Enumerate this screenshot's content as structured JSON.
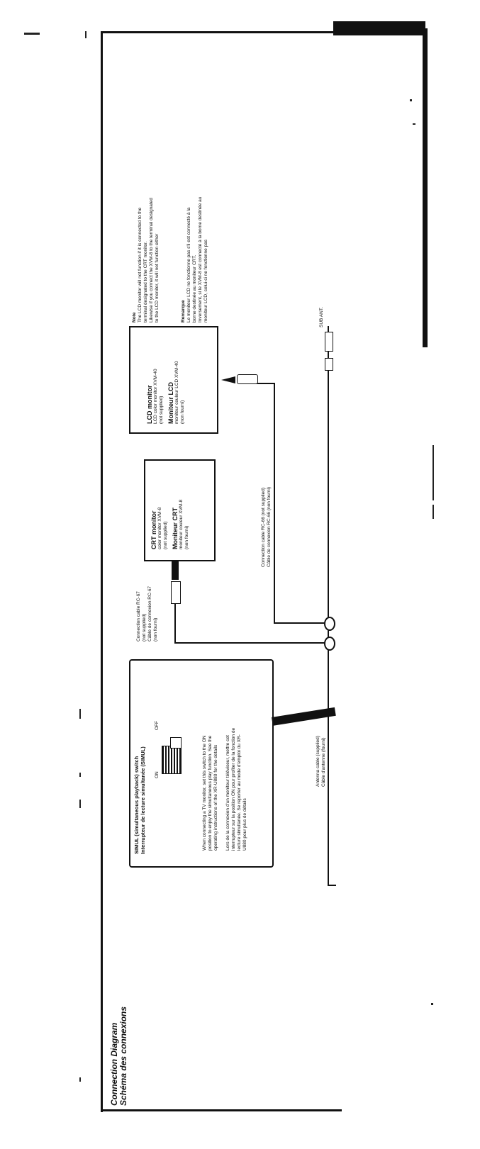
{
  "title": {
    "en": "Connection Diagram",
    "fr": "Schéma des connexions"
  },
  "simul_box": {
    "heading_en": "SIMUL (simultaneous playback) switch",
    "heading_fr": "Interrupteur de lecture simultanée (SIMUL)",
    "switch_on": "ON",
    "switch_off": "OFF",
    "text_en": [
      "When connecting a TV monitor, set this switch to the ON",
      "position to enjoy the simultaneous play function. See the",
      "operating instructions of the XR-U880 for the details"
    ],
    "text_fr": [
      "Lors de la connexion d'un moniteur téléviseur, mettre cet",
      "interrupteur sur la position ON pour profiter de la fonction de",
      "lecture simultanée. Se reporter au mode d'emploi du XR-",
      "U880 pour plus de détails"
    ]
  },
  "crt_box": {
    "title_en": "CRT monitor",
    "lines_en": [
      "color monitor XVM-8",
      "(not supplied)"
    ],
    "title_fr": "Moniteur CRT",
    "lines_fr": [
      "moniteur couleur XVM-8",
      "(non fourni)"
    ]
  },
  "lcd_box": {
    "title_en": "LCD monitor",
    "lines_en": [
      "LCD color monitor XVM-40",
      "(not supplied)"
    ],
    "title_fr": "Moniteur LCD",
    "lines_fr": [
      "moniteur couleur LCD XVM-40",
      "(non fourni)"
    ]
  },
  "note": {
    "heading_en": "Note",
    "text_en": [
      "The LCD monitor will not function if it is connected to the",
      "terminal designated to the CRT monitor.",
      "Likewise if you connect the XVM-8 to the terminal designated",
      "to the LCD monitor, it will not function either"
    ],
    "heading_fr": "Remarque",
    "text_fr": [
      "Le moniteur LCD ne fonctionne pas s'il est connecté à la",
      "borne destinée au moniteur CRT.",
      "Inversement, si le XVM-8 est connecté à la borne destinée au",
      "moniteur LCD, celui-ci ne fonctionne pas"
    ]
  },
  "cable_rc67": [
    "Connection cable RC-67",
    "(not supplied)",
    "Câble de connexion RC-67",
    "(non fourni)"
  ],
  "cable_rc66": [
    "Connection cable RC-66 (not supplied)",
    "Câble de connexion RC-66 (non fourni)"
  ],
  "antenna": [
    "Antenna cable (supplied)",
    "Câble d'antenne (fourni)"
  ],
  "sub_ant": "SUB ANT."
}
